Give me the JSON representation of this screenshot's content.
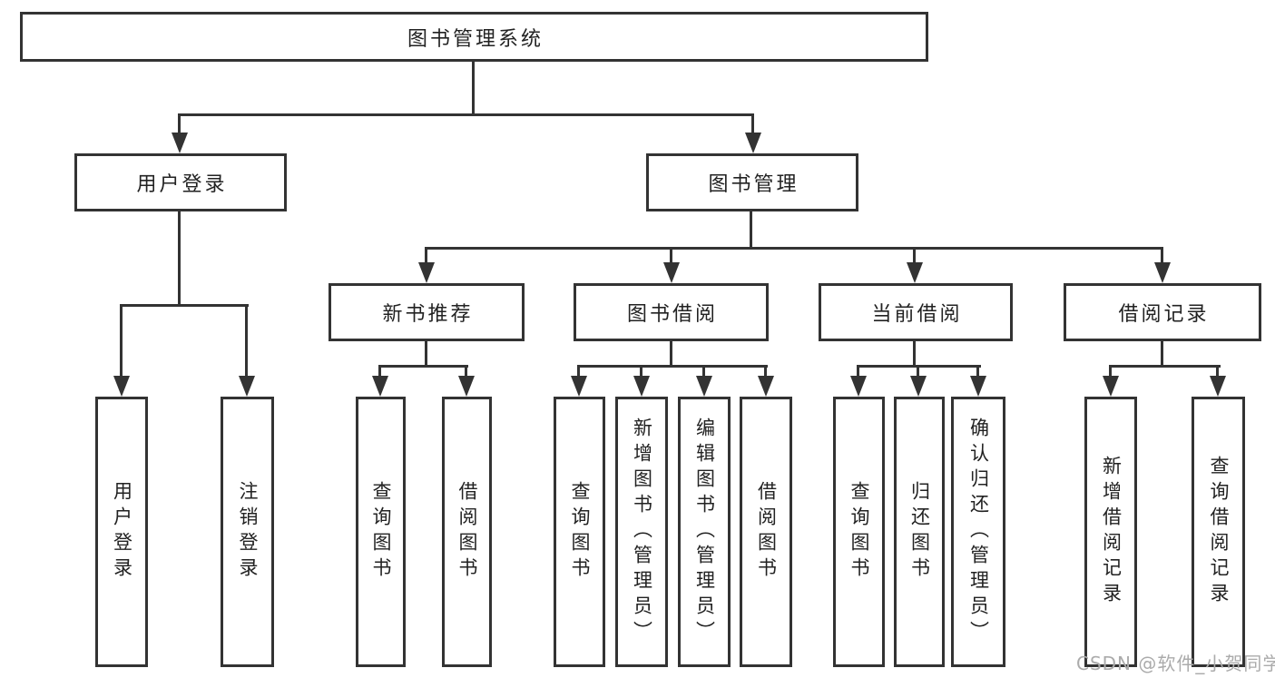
{
  "diagram": {
    "root": {
      "label": "图书管理系统"
    },
    "user_branch": {
      "label": "用户登录",
      "children": [
        {
          "label": "用户登录"
        },
        {
          "label": "注销登录"
        }
      ]
    },
    "mgmt_branch": {
      "label": "图书管理",
      "sections": [
        {
          "label": "新书推荐",
          "children": [
            {
              "label": "查询图书"
            },
            {
              "label": "借阅图书"
            }
          ]
        },
        {
          "label": "图书借阅",
          "children": [
            {
              "label": "查询图书"
            },
            {
              "label": "新增图书（管理员）"
            },
            {
              "label": "编辑图书（管理员）"
            },
            {
              "label": "借阅图书"
            }
          ]
        },
        {
          "label": "当前借阅",
          "children": [
            {
              "label": "查询图书"
            },
            {
              "label": "归还图书"
            },
            {
              "label": "确认归还（管理员）"
            }
          ]
        },
        {
          "label": "借阅记录",
          "children": [
            {
              "label": "新增借阅记录"
            },
            {
              "label": "查询借阅记录"
            }
          ]
        }
      ]
    },
    "watermark": {
      "text": "CSDN @软件_小贺同学"
    }
  },
  "colors": {
    "line": "#333333",
    "text": "#222222",
    "watermark": "#ababab",
    "background": "#ffffff"
  }
}
